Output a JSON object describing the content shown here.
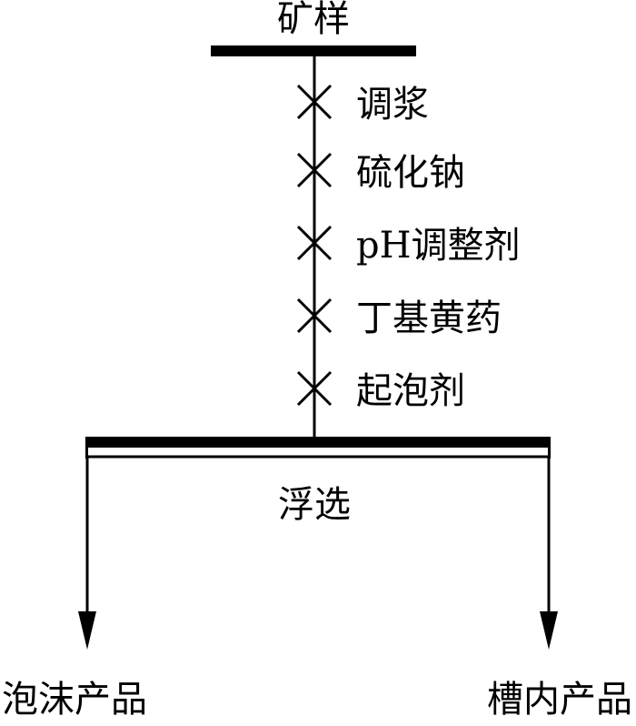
{
  "diagram": {
    "input_label": "矿样",
    "reagents": [
      {
        "label": "调浆"
      },
      {
        "label": "硫化钠"
      },
      {
        "label": "pH调整剂"
      },
      {
        "label": "丁基黄药"
      },
      {
        "label": "起泡剂"
      }
    ],
    "process_label": "浮选",
    "outputs": {
      "froth": "泡沫产品",
      "tailings": "槽内产品"
    }
  }
}
